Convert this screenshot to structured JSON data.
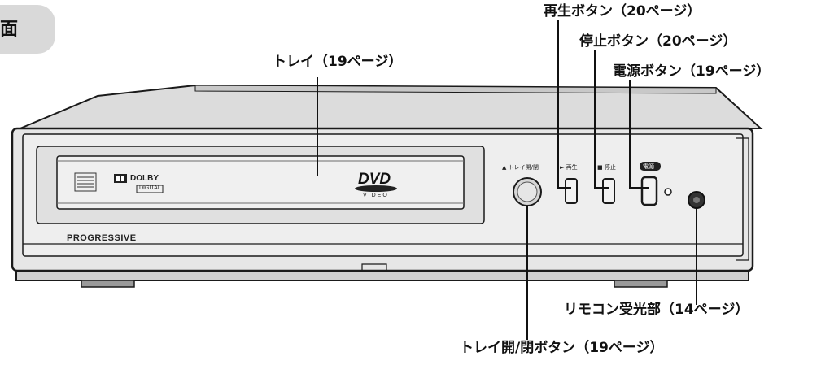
{
  "section_tab": {
    "label": "面"
  },
  "callouts": {
    "tray": "トレイ（19ページ）",
    "play_button": "再生ボタン（20ページ）",
    "stop_button": "停止ボタン（20ページ）",
    "power_button": "電源ボタン（19ページ）",
    "remote_sensor": "リモコン受光部（14ページ）",
    "tray_open_close_button": "トレイ開/閉ボタン（19ページ）"
  },
  "device": {
    "model_label": "PROGRESSIVE",
    "dolby_top": "DOLBY",
    "dolby_bottom": "DIGITAL",
    "dvd_logo": "DVD",
    "dvd_sub": "VIDEO",
    "panel_labels": {
      "open_close": "▲ トレイ開/閉",
      "play": "► 再生",
      "stop": "■ 停止",
      "power": "電源"
    }
  },
  "colors": {
    "body_fill": "#e6e6e6",
    "body_dark": "#cfcfcf",
    "outline": "#1a1a1a",
    "tab_bg": "#d9d9d9"
  }
}
